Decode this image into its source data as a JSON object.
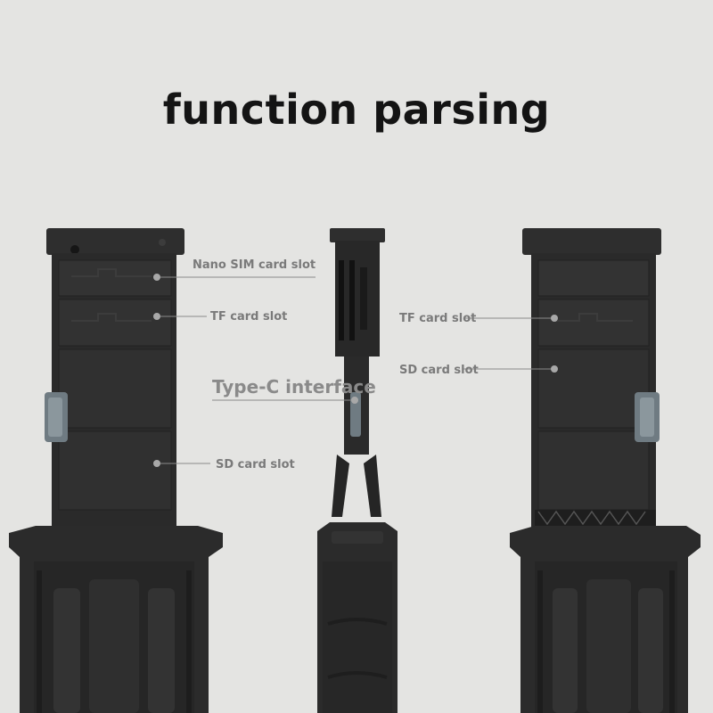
{
  "title": "function parsing",
  "labels": {
    "nano_sim": "Nano SIM card slot",
    "tf_left": "TF card slot",
    "sd_left": "SD card slot",
    "type_c": "Type-C interface",
    "tf_right": "TF card slot",
    "sd_right": "SD card slot"
  },
  "colors": {
    "background": "#e4e4e2",
    "device": "#2b2b2b",
    "device_light": "#3a3a3a",
    "accent_metal": "#6f7b82"
  }
}
